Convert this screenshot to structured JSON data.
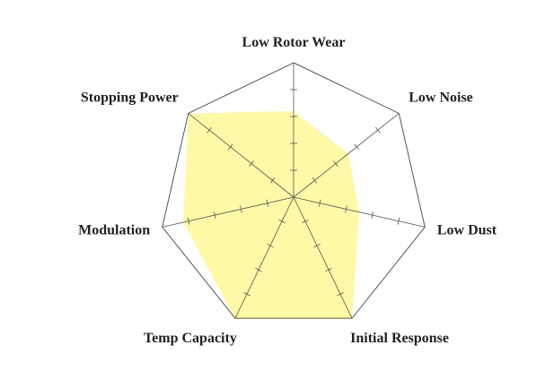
{
  "chart_data": {
    "type": "radar",
    "title": "",
    "axes": [
      "Low Rotor Wear",
      "Low Noise",
      "Low Dust",
      "Initial Response",
      "Temp Capacity",
      "Modulation",
      "Stopping Power"
    ],
    "range": [
      0,
      5
    ],
    "ticks": [
      1,
      2,
      3,
      4
    ],
    "series": [
      {
        "name": "",
        "values": [
          3.2,
          2.6,
          2.5,
          5,
          5,
          4.2,
          5
        ],
        "color": "#fdf9a6"
      }
    ],
    "grid_color": "#555555",
    "legend": "none"
  }
}
